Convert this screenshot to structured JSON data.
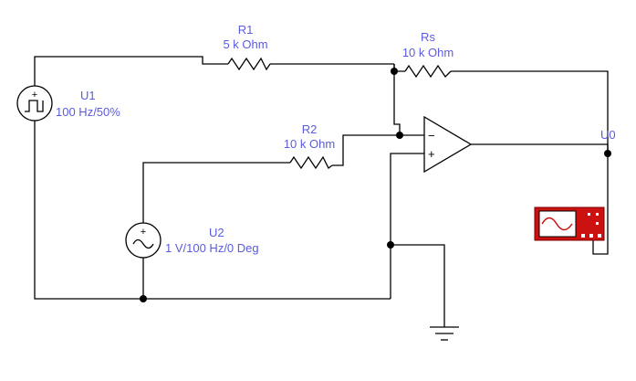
{
  "components": {
    "r1": {
      "name": "R1",
      "value": "5 k Ohm"
    },
    "rs": {
      "name": "Rs",
      "value": "10 k Ohm"
    },
    "r2": {
      "name": "R2",
      "value": "10 k Ohm"
    },
    "u1": {
      "name": "U1",
      "value": "100 Hz/50%"
    },
    "u2": {
      "name": "U2",
      "value": "1 V/100 Hz/0 Deg"
    },
    "u0": {
      "name": "U0"
    }
  },
  "opamp": {
    "minus": "−",
    "plus": "+"
  },
  "colors": {
    "label": "#5b5be0",
    "wire": "#000000",
    "scope_body": "#cc1111",
    "scope_screen": "#ffffff"
  }
}
